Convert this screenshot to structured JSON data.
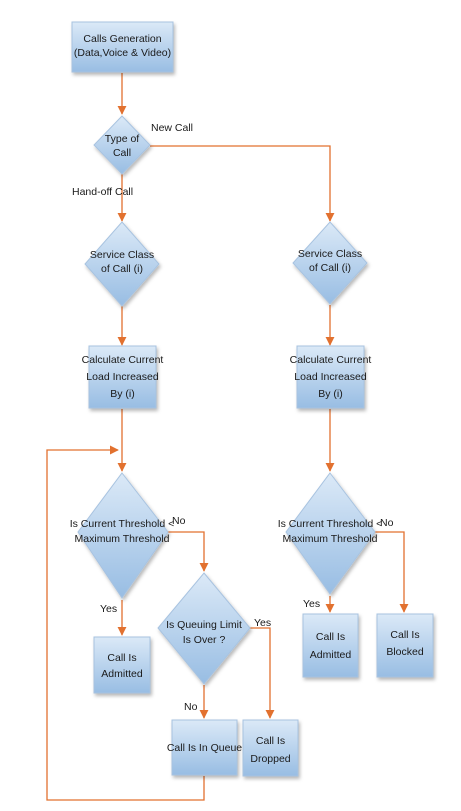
{
  "colors": {
    "edge": "#e2712f",
    "box_fill_top": "#dbe9f7",
    "box_fill_bottom": "#98bde3",
    "box_stroke": "#a8c3e0",
    "text": "#1a1a1a"
  },
  "nodes": {
    "calls_generation": [
      "Calls Generation",
      "(Data,Voice & Video)"
    ],
    "type_of_call": [
      "Type of",
      "Call"
    ],
    "service_class_left": [
      "Service Class",
      "of Call (i)"
    ],
    "service_class_right": [
      "Service Class",
      "of Call (i)"
    ],
    "calc_load_left": [
      "Calculate Current",
      "Load Increased",
      "By (i)"
    ],
    "calc_load_right": [
      "Calculate Current",
      "Load Increased",
      "By (i)"
    ],
    "threshold_left": [
      "Is Current Threshold <",
      "Maximum Threshold"
    ],
    "threshold_right": [
      "Is Current Threshold <",
      "Maximum Threshold"
    ],
    "queuing_limit": [
      "Is Queuing Limit",
      "Is Over ?"
    ],
    "admitted_left": [
      "Call Is",
      "Admitted"
    ],
    "admitted_right": [
      "Call Is",
      "Admitted"
    ],
    "blocked": [
      "Call Is",
      "Blocked"
    ],
    "in_queue": [
      "Call Is In Queue"
    ],
    "dropped": [
      "Call Is",
      "Dropped"
    ]
  },
  "edge_labels": {
    "new_call": "New Call",
    "handoff_call": "Hand-off Call",
    "no_left": "No",
    "yes_left": "Yes",
    "yes_queue": "Yes",
    "no_queue": "No",
    "yes_right": "Yes",
    "no_right": "No"
  }
}
